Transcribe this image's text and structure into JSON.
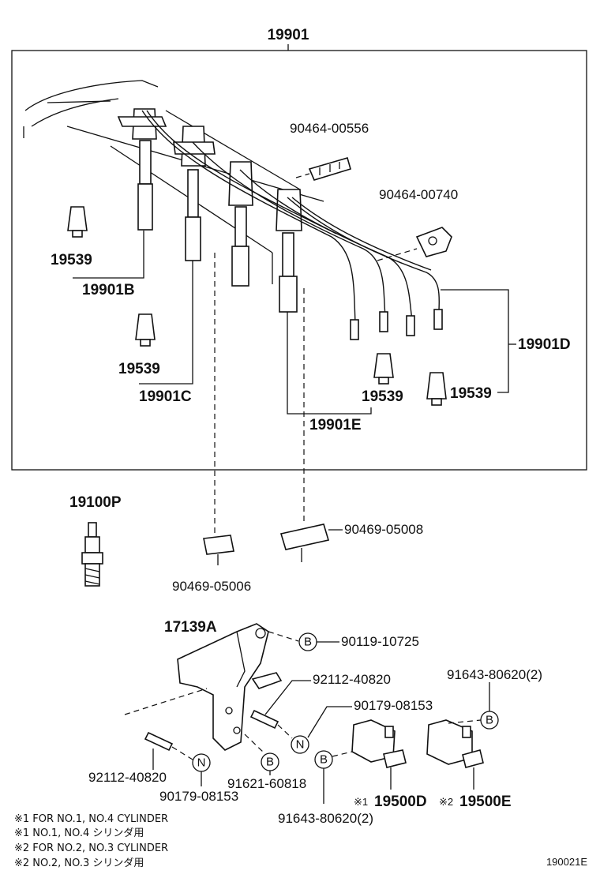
{
  "labels": {
    "main_assy": "19901",
    "clamp_top": "90464-00556",
    "clamp_side": "90464-00740",
    "cord_b": "19901B",
    "cord_c": "19901C",
    "cord_d": "19901D",
    "cord_e": "19901E",
    "boot_1": "19539",
    "boot_2": "19539",
    "boot_3": "19539",
    "boot_4": "19539",
    "spark_plug": "19100P",
    "clamp_a": "90469-05006",
    "clamp_b": "90469-05008",
    "bracket": "17139A",
    "bolt_top": "90119-10725",
    "stud_right": "92112-40820",
    "nut_right": "90179-08153",
    "bolt_coil_right": "91643-80620(2)",
    "stud_left": "92112-40820",
    "nut_left": "90179-08153",
    "bolt_b": "91621-60818",
    "bolt_coil_left": "91643-80620(2)",
    "coil_d": "19500D",
    "coil_e": "19500E",
    "coil_d_mark": "※1",
    "coil_e_mark": "※2"
  },
  "markers": {
    "b": "B",
    "n": "N"
  },
  "notes": [
    "※1 FOR NO.1, NO.4 CYLINDER",
    "※1 NO.1, NO.4 シリンダ用",
    "※2 FOR NO.2, NO.3 CYLINDER",
    "※2 NO.2, NO.3 シリンダ用"
  ],
  "figure_code": "190021E"
}
